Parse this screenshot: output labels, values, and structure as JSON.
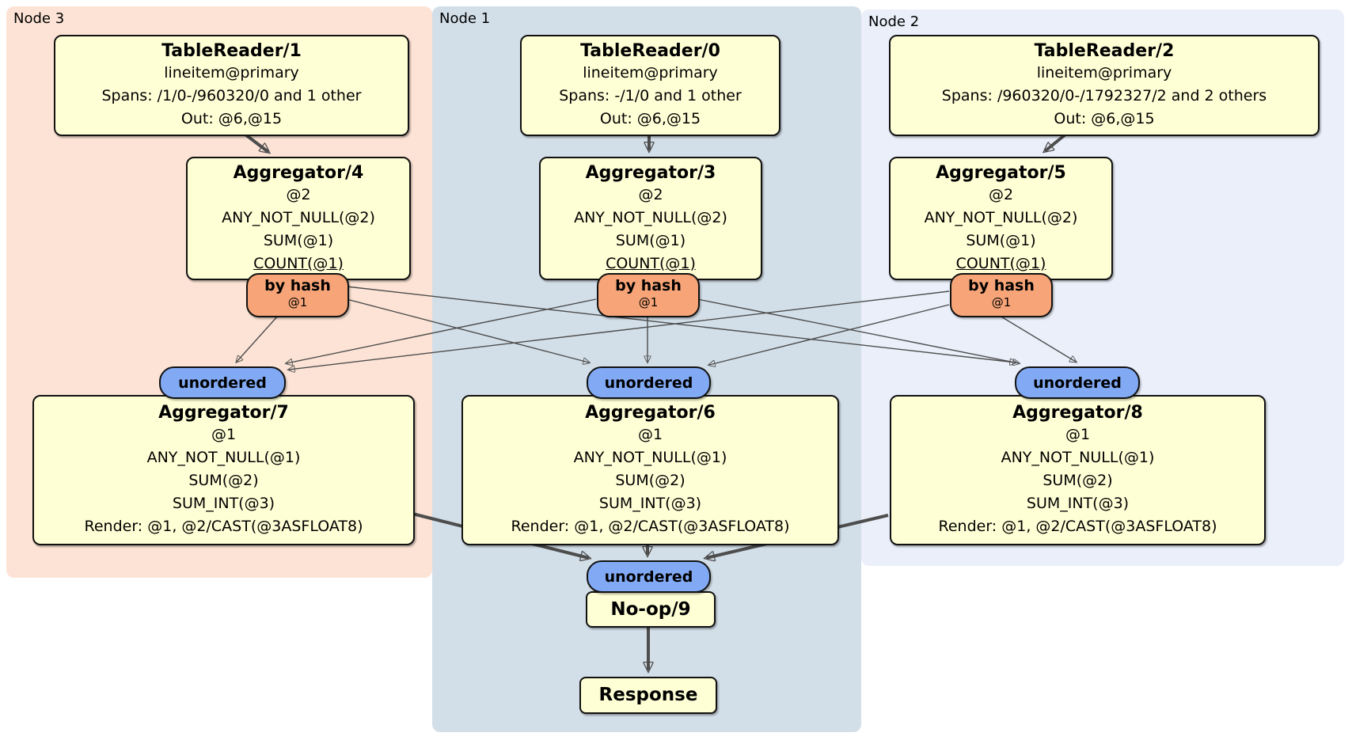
{
  "colors": {
    "region-node3-bg": "#fce3d5",
    "region-node1-bg": "#d3dfe8",
    "region-node2-bg": "#eaeffa",
    "box-bg": "#ffffd6",
    "box-border": "#111111",
    "router-bg": "#f7a578",
    "sync-bg": "#82aaf4",
    "edge": "#4d4d4d",
    "text": "#000000",
    "page-bg": "#ffffff"
  },
  "regions": [
    {
      "id": "node3",
      "label": "Node 3"
    },
    {
      "id": "node1",
      "label": "Node 1"
    },
    {
      "id": "node2",
      "label": "Node 2"
    }
  ],
  "processors": {
    "tr1": {
      "title": "TableReader/1",
      "lines": [
        "lineitem@primary",
        "Spans: /1/0-/960320/0 and 1 other",
        "Out: @6,@15"
      ]
    },
    "tr0": {
      "title": "TableReader/0",
      "lines": [
        "lineitem@primary",
        "Spans: -/1/0 and 1 other",
        "Out: @6,@15"
      ]
    },
    "tr2": {
      "title": "TableReader/2",
      "lines": [
        "lineitem@primary",
        "Spans: /960320/0-/1792327/2 and 2 others",
        "Out: @6,@15"
      ]
    },
    "agg4": {
      "title": "Aggregator/4",
      "lines": [
        "@2",
        "ANY_NOT_NULL(@2)",
        "SUM(@1)",
        "COUNT(@1)"
      ]
    },
    "agg3": {
      "title": "Aggregator/3",
      "lines": [
        "@2",
        "ANY_NOT_NULL(@2)",
        "SUM(@1)",
        "COUNT(@1)"
      ]
    },
    "agg5": {
      "title": "Aggregator/5",
      "lines": [
        "@2",
        "ANY_NOT_NULL(@2)",
        "SUM(@1)",
        "COUNT(@1)"
      ]
    },
    "agg7": {
      "title": "Aggregator/7",
      "lines": [
        "@1",
        "ANY_NOT_NULL(@1)",
        "SUM(@2)",
        "SUM_INT(@3)",
        "Render: @1, @2/CAST(@3ASFLOAT8)"
      ]
    },
    "agg6": {
      "title": "Aggregator/6",
      "lines": [
        "@1",
        "ANY_NOT_NULL(@1)",
        "SUM(@2)",
        "SUM_INT(@3)",
        "Render: @1, @2/CAST(@3ASFLOAT8)"
      ]
    },
    "agg8": {
      "title": "Aggregator/8",
      "lines": [
        "@1",
        "ANY_NOT_NULL(@1)",
        "SUM(@2)",
        "SUM_INT(@3)",
        "Render: @1, @2/CAST(@3ASFLOAT8)"
      ]
    },
    "noop": {
      "title": "No-op/9"
    },
    "response": {
      "title": "Response"
    }
  },
  "routers": [
    {
      "node": "node3",
      "label": "by hash",
      "detail": "@1"
    },
    {
      "node": "node1",
      "label": "by hash",
      "detail": "@1"
    },
    {
      "node": "node2",
      "label": "by hash",
      "detail": "@1"
    }
  ],
  "syncs": [
    {
      "node": "node3",
      "label": "unordered"
    },
    {
      "node": "node1",
      "label": "unordered"
    },
    {
      "node": "node2",
      "label": "unordered"
    },
    {
      "node": "node1-final",
      "label": "unordered"
    }
  ],
  "edges": [
    {
      "from": "tr1",
      "to": "agg4"
    },
    {
      "from": "tr0",
      "to": "agg3"
    },
    {
      "from": "tr2",
      "to": "agg5"
    },
    {
      "from": "router-node3",
      "to": "sync-node3"
    },
    {
      "from": "router-node3",
      "to": "sync-node1"
    },
    {
      "from": "router-node3",
      "to": "sync-node2"
    },
    {
      "from": "router-node1",
      "to": "sync-node3"
    },
    {
      "from": "router-node1",
      "to": "sync-node1"
    },
    {
      "from": "router-node1",
      "to": "sync-node2"
    },
    {
      "from": "router-node2",
      "to": "sync-node3"
    },
    {
      "from": "router-node2",
      "to": "sync-node1"
    },
    {
      "from": "router-node2",
      "to": "sync-node2"
    },
    {
      "from": "agg7",
      "to": "sync-final"
    },
    {
      "from": "agg6",
      "to": "sync-final"
    },
    {
      "from": "agg8",
      "to": "sync-final"
    },
    {
      "from": "noop",
      "to": "response"
    }
  ]
}
